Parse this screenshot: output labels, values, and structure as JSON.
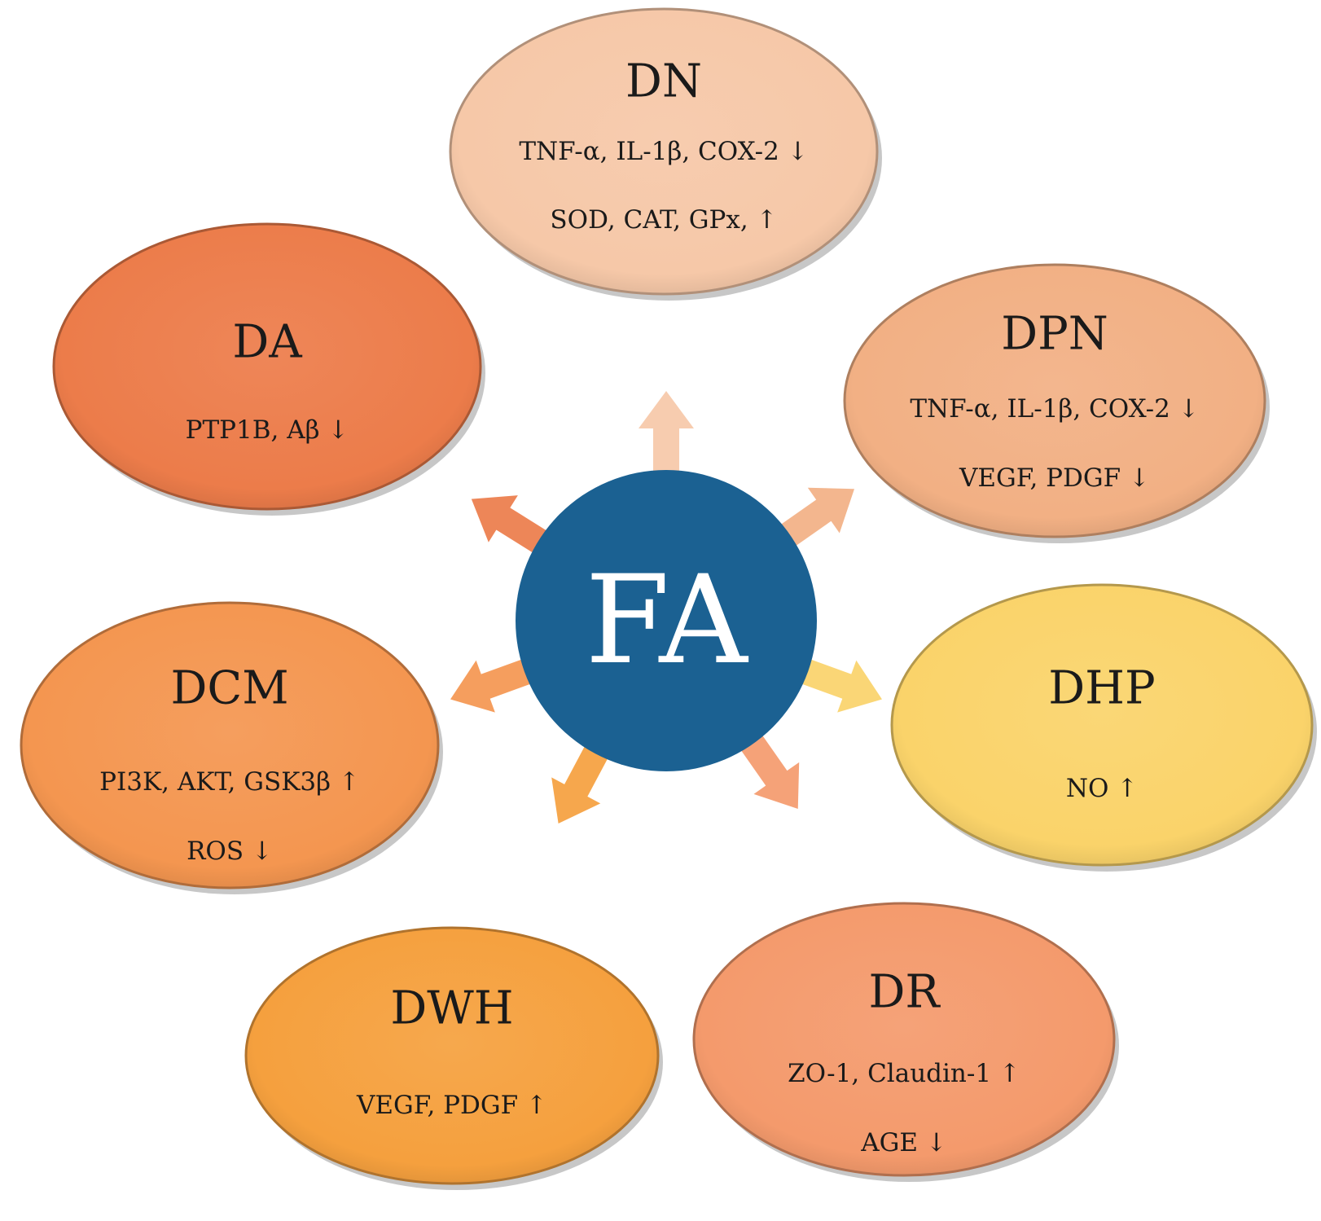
{
  "center": {
    "label": "FA",
    "color": "#1b6192"
  },
  "nodes": [
    {
      "id": "dn",
      "title": "DN",
      "lines": [
        "TNF-α,  IL-1β,  COX-2 ↓",
        "SOD,  CAT,  GPx,  ↑"
      ],
      "color": "#f6c8a8"
    },
    {
      "id": "dpn",
      "title": "DPN",
      "lines": [
        "TNF-α,  IL-1β,  COX-2 ↓",
        "VEGF, PDGF ↓"
      ],
      "color": "#f2b084"
    },
    {
      "id": "dhp",
      "title": "DHP",
      "lines": [
        "NO ↑"
      ],
      "color": "#fad36a"
    },
    {
      "id": "dr",
      "title": "DR",
      "lines": [
        "ZO-1,  Claudin-1 ↑",
        "AGE ↓"
      ],
      "color": "#f49a6c"
    },
    {
      "id": "dwh",
      "title": "DWH",
      "lines": [
        "VEGF,  PDGF ↑"
      ],
      "color": "#f5a03e"
    },
    {
      "id": "dcm",
      "title": "DCM",
      "lines": [
        "PI3K,  AKT,  GSK3β ↑",
        "ROS ↓"
      ],
      "color": "#f49650"
    },
    {
      "id": "da",
      "title": "DA",
      "lines": [
        "PTP1B, Aβ ↓"
      ],
      "color": "#ec7c4a"
    }
  ],
  "arrows": [
    {
      "angle": -90,
      "color": "#f6c8a8"
    },
    {
      "angle": -35,
      "color": "#f2b084"
    },
    {
      "angle": 20,
      "color": "#fad36a"
    },
    {
      "angle": 55,
      "color": "#f49a6c"
    },
    {
      "angle": 118,
      "color": "#f5a03e"
    },
    {
      "angle": 160,
      "color": "#f49650"
    },
    {
      "angle": -148,
      "color": "#ec7c4a"
    }
  ]
}
